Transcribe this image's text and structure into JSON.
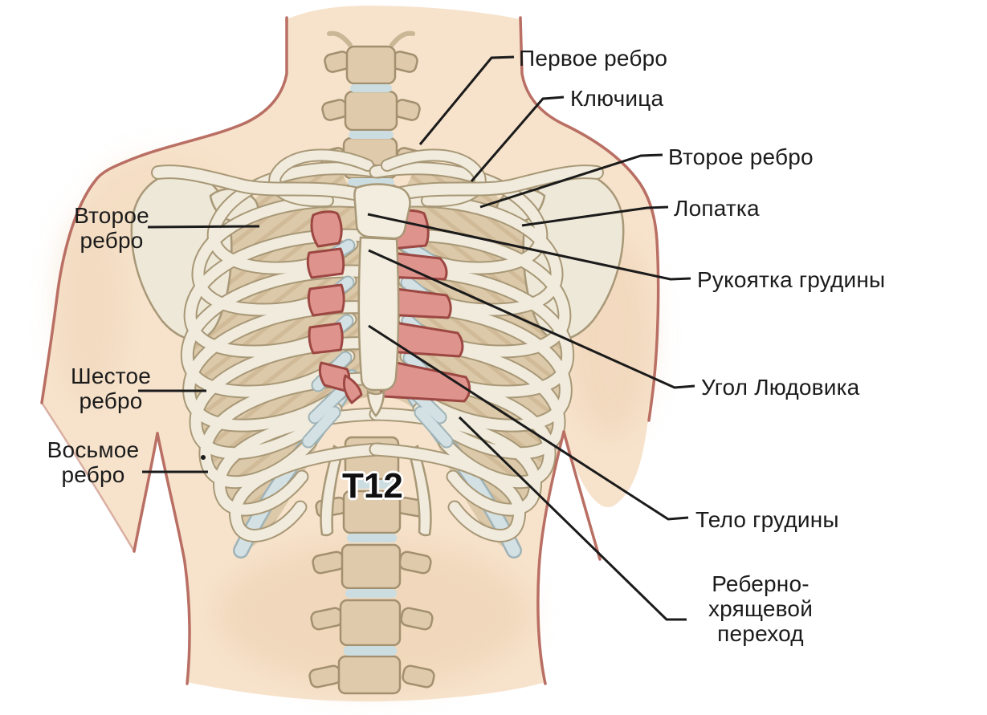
{
  "figure_labels": {
    "first_rib": "Первое ребро",
    "clavicle": "Ключица",
    "second_rib_right": "Второе ребро",
    "scapula": "Лопатка",
    "manubrium": "Рукоятка грудины",
    "sternal_angle": "Угол Людовика",
    "sternum_body": "Тело грудины",
    "costochondral_junction": "Реберно-\nхрящевой\nпереход",
    "second_rib_left": "Второе\nребро",
    "sixth_rib": "Шестое\nребро",
    "eighth_rib": "Восьмое\nребро",
    "vertebra_t12": "T12"
  },
  "colors": {
    "skin": "#f7e3cc",
    "skin_outline": "#b96f63",
    "bone": "#f0ebdc",
    "bone_outline": "#a89877",
    "bone_interior": "#dcc9a9",
    "cartilage": "#d3e1e4",
    "highlight_fill": "#df938d",
    "highlight_outline": "#9c4742",
    "leader_line": "#1b1b1b"
  }
}
